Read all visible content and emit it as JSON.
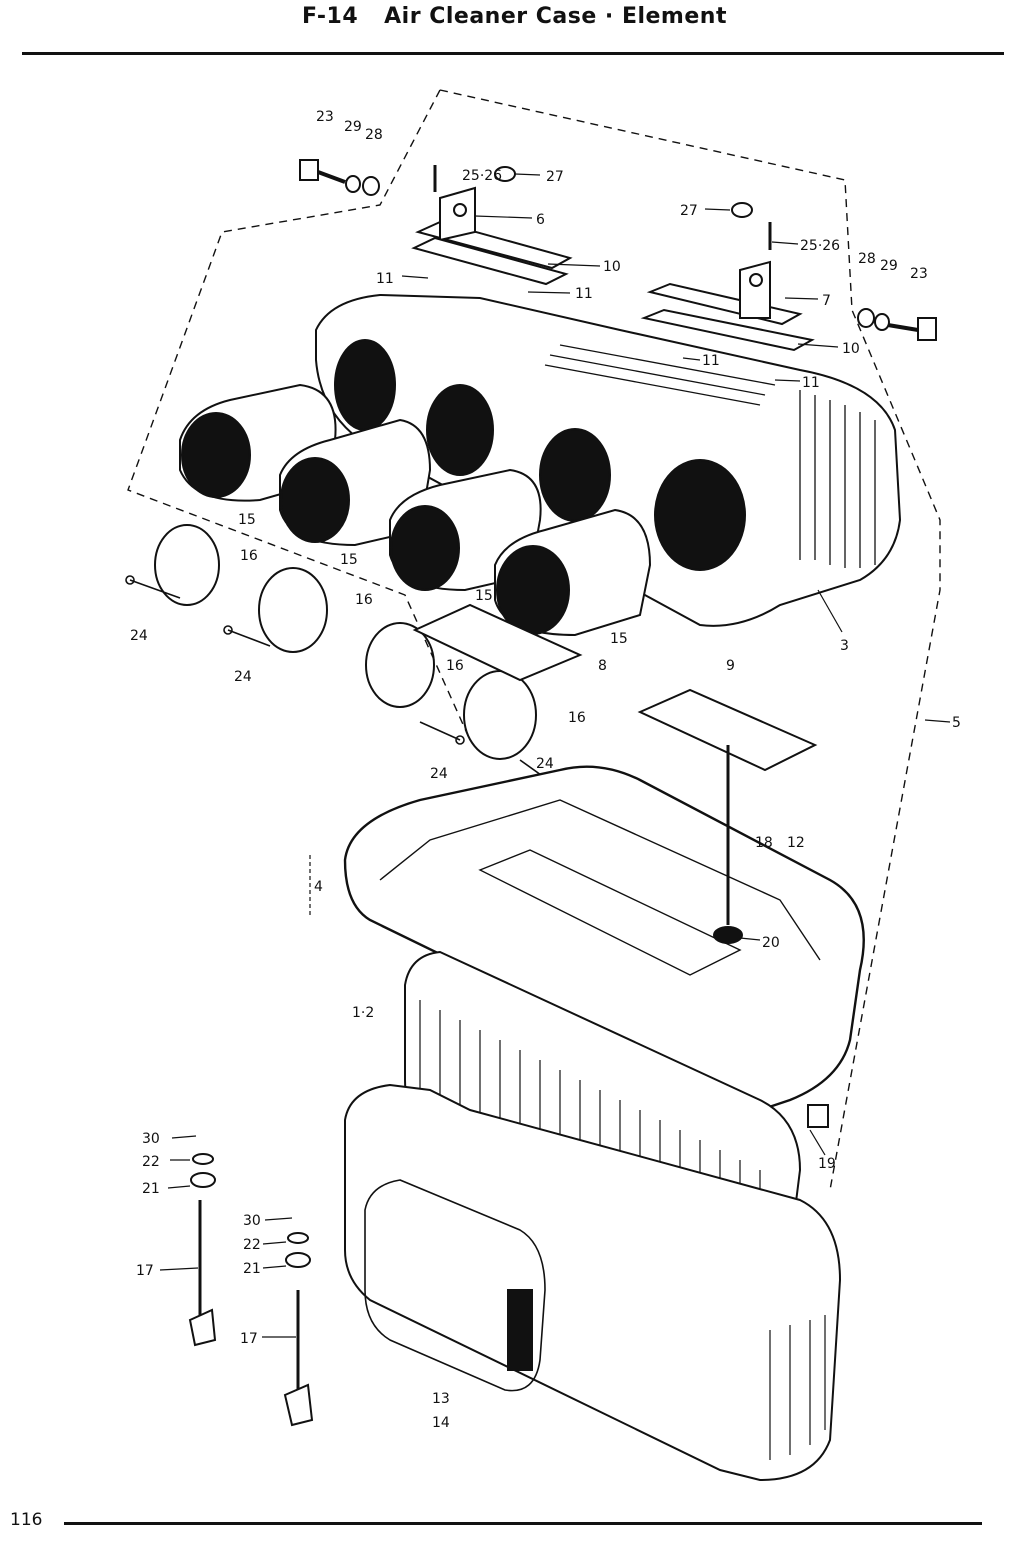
{
  "header": {
    "code": "F-14",
    "title": "Air Cleaner Case · Element"
  },
  "footer": {
    "page_number": "116"
  },
  "callouts": [
    "23",
    "29",
    "28",
    "25·26",
    "27",
    "6",
    "10",
    "11",
    "11",
    "27",
    "25·26",
    "28",
    "29",
    "23",
    "7",
    "10",
    "11",
    "11",
    "15",
    "15",
    "15",
    "15",
    "16",
    "16",
    "16",
    "16",
    "24",
    "24",
    "24",
    "24",
    "8",
    "9",
    "3",
    "5",
    "4",
    "18",
    "12",
    "20",
    "1·2",
    "30",
    "22",
    "21",
    "17",
    "30",
    "22",
    "21",
    "17",
    "19",
    "13",
    "14"
  ]
}
